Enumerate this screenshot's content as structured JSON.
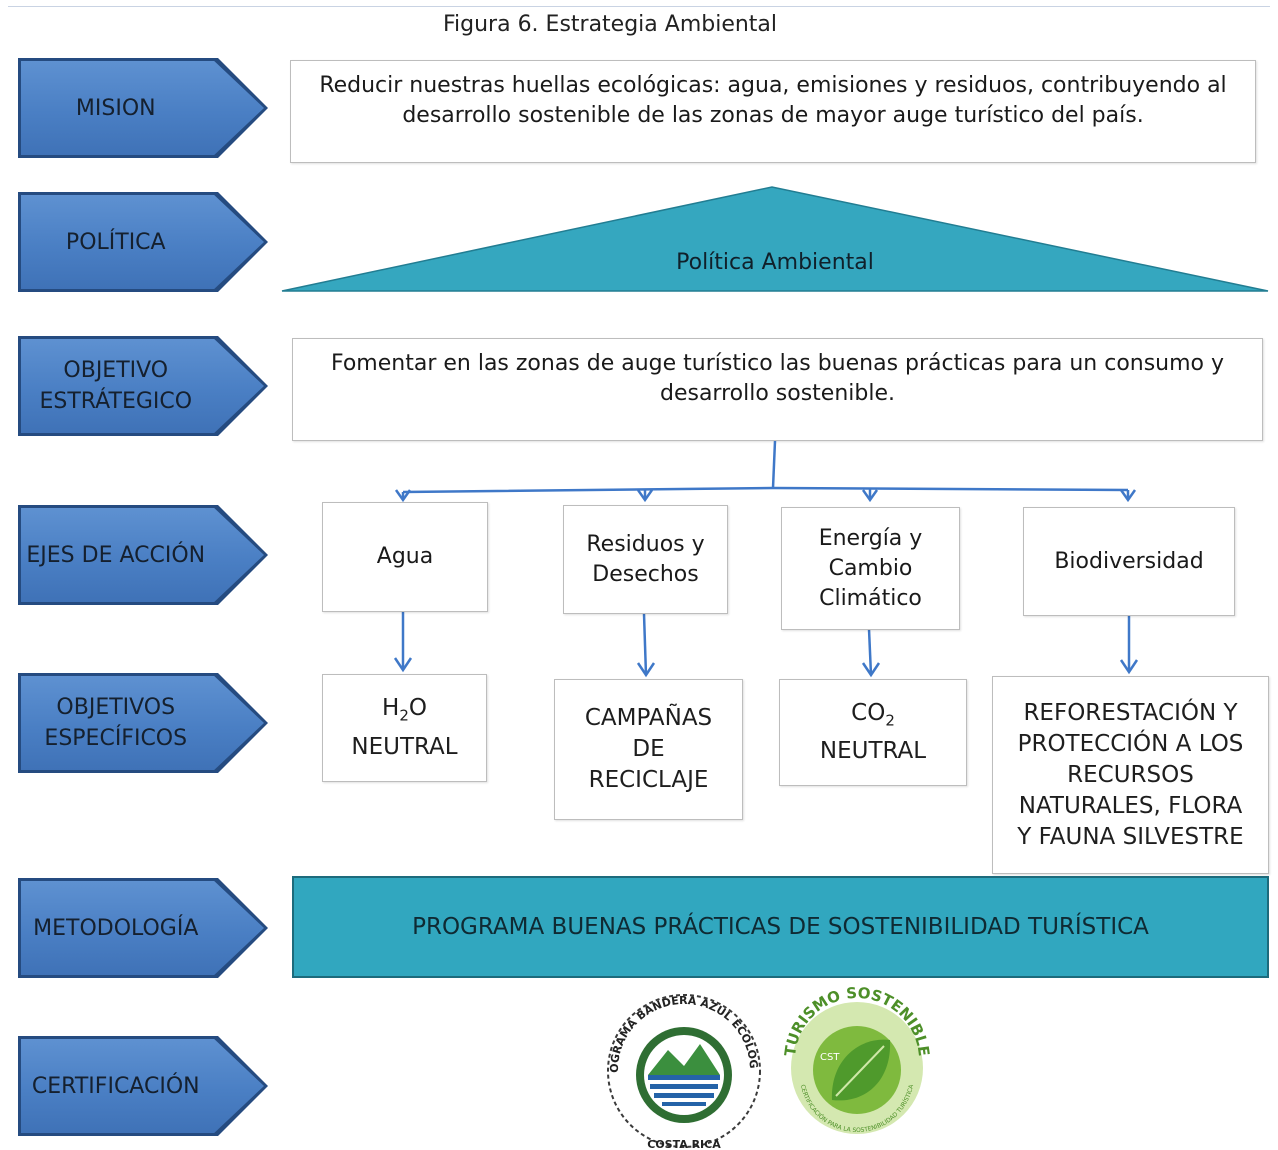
{
  "title": "Figura 6. Estrategia Ambiental",
  "colors": {
    "arrow": "#4a7fc4",
    "policy": "#35a7bf",
    "connector": "#3f78c8",
    "program": "#31a7bf"
  },
  "levels": {
    "mision": "MISION",
    "politica": "POLÍTICA",
    "objetivo_estrategico": "OBJETIVO\nESTRÁTEGICO",
    "ejes": "EJES DE ACCIÓN",
    "objetivos_especificos": "OBJETIVOS\nESPECÍFICOS",
    "metodologia": "METODOLOGÍA",
    "certificacion": "CERTIFICACIÓN"
  },
  "mission_text": "Reducir nuestras huellas ecológicas: agua, emisiones y residuos, contribuyendo al desarrollo sostenible de las zonas de mayor auge turístico del país.",
  "policy_label": "Política Ambiental",
  "strategic_text": "Fomentar en las zonas de auge turístico las buenas prácticas para un consumo y desarrollo sostenible.",
  "axes": {
    "agua": "Agua",
    "residuos": "Residuos y\nDesechos",
    "energia": "Energía y\nCambio\nClimático",
    "biodiversidad": "Biodiversidad"
  },
  "objectives": {
    "h2o_pre": "H",
    "h2o_sub": "2",
    "h2o_post": "O",
    "h2o_neutral": "NEUTRAL",
    "campanas": "CAMPAÑAS\nDE\nRECICLAJE",
    "co2_pre": "CO",
    "co2_sub": "2",
    "co2_neutral": "NEUTRAL",
    "reforestacion": "REFORESTACIÓN Y\nPROTECCIÓN A LOS\nRECURSOS\nNATURALES, FLORA\nY FAUNA SILVESTRE"
  },
  "program_text": "PROGRAMA BUENAS PRÁCTICAS DE SOSTENIBILIDAD TURÍSTICA",
  "certifications": {
    "blue_flag_ring": "PROGRAMA BANDERA AZUL ECOLOGICA",
    "blue_flag_bottom": "COSTA RICA",
    "cst_ring_top": "TURISMO SOSTENIBLE",
    "cst_center": "CST",
    "cst_ring_bottom": "CERTIFICACIÓN PARA LA SOSTENIBILIDAD TURÍSTICA"
  }
}
